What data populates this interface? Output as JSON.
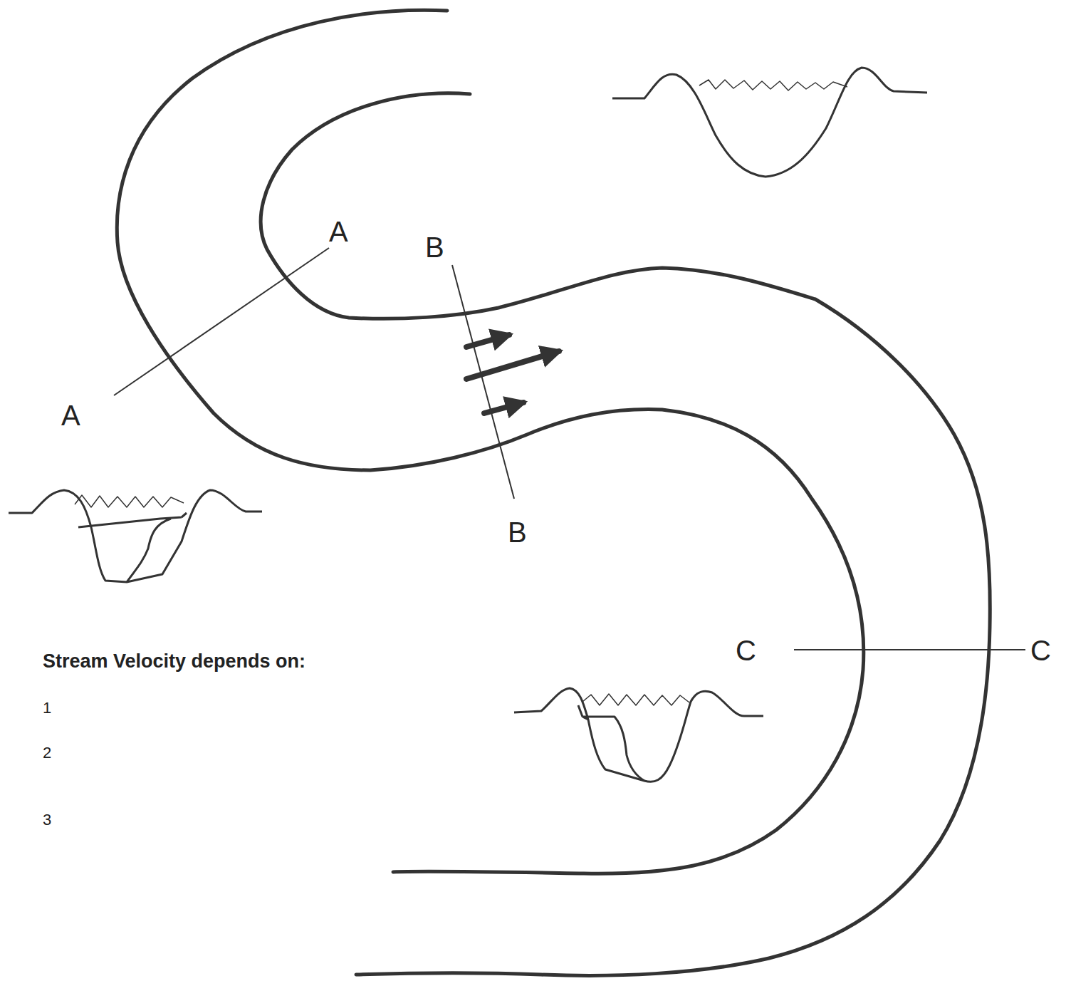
{
  "diagram": {
    "labels": [
      "A",
      "B",
      "A",
      "B",
      "C",
      "C",
      "Stream Velocity depends on:",
      "1",
      "2",
      "3"
    ]
  }
}
